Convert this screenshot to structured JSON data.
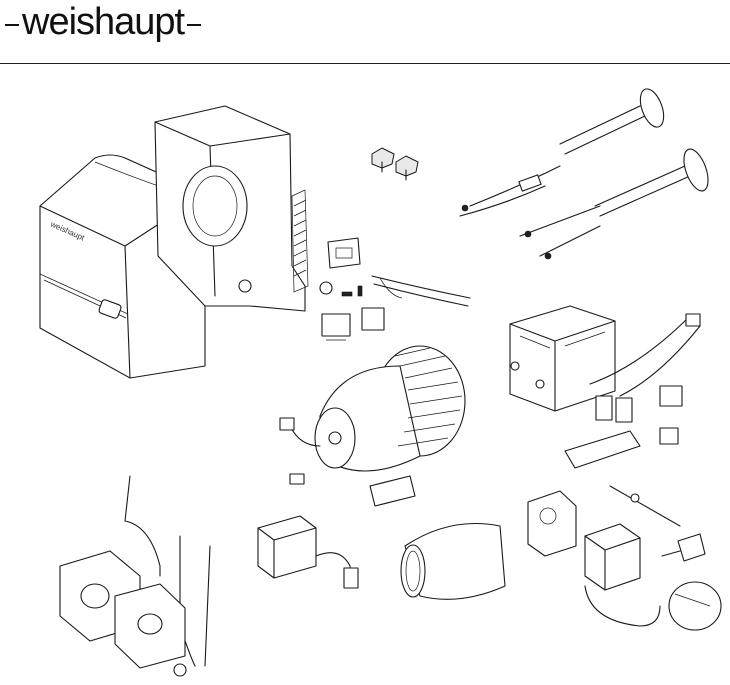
{
  "header": {
    "logo_text": "weishaupt",
    "logo_color": "#111111",
    "rule_color": "#222222"
  },
  "drawing": {
    "hood_brand_text": "weishaupt",
    "parts": [
      "burner-hood",
      "burner-housing",
      "nozzle-pair",
      "blast-tube-assembly-1",
      "blast-tube-assembly-2",
      "cable-gland-plate",
      "cable-harness",
      "plug-connectors",
      "control-unit",
      "connector-cables",
      "motor-fan",
      "oil-pump",
      "ignition-unit",
      "flame-tube",
      "air-damper-actuator",
      "control-module",
      "air-damper"
    ]
  }
}
